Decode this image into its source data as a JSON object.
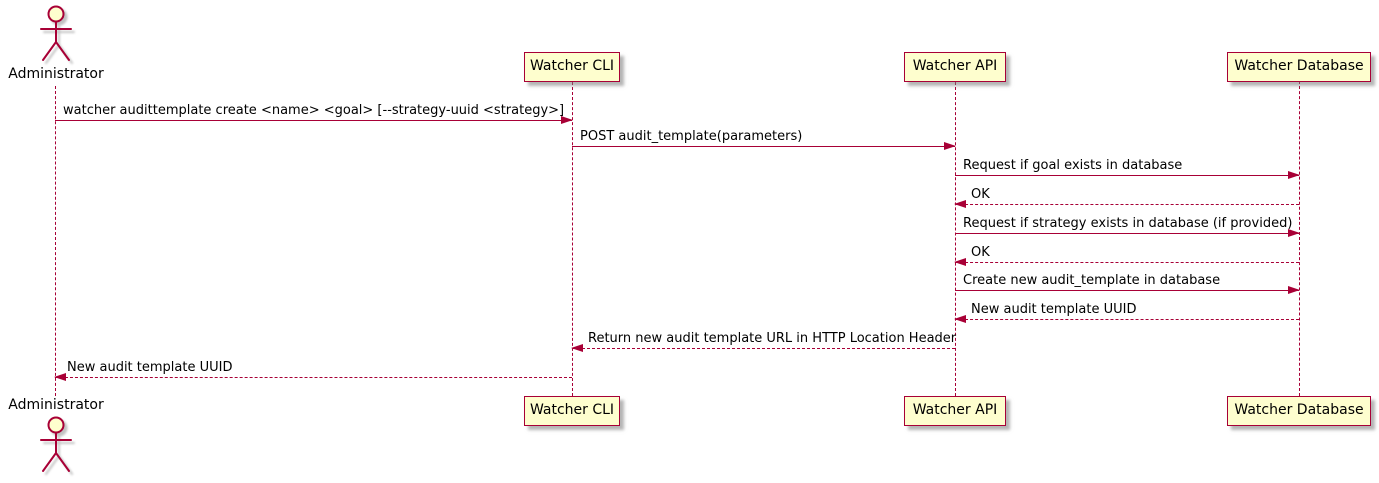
{
  "diagram": {
    "type": "sequence-diagram",
    "colors": {
      "accent": "#A80036",
      "participant_fill": "#FEFECE"
    },
    "actor": {
      "name": "Administrator"
    },
    "participants": [
      {
        "id": "watcher-cli",
        "label": "Watcher CLI"
      },
      {
        "id": "watcher-api",
        "label": "Watcher API"
      },
      {
        "id": "watcher-db",
        "label": "Watcher Database"
      }
    ],
    "messages": [
      {
        "from": "Administrator",
        "to": "Watcher CLI",
        "line": "solid",
        "direction": "right",
        "label": "watcher audittemplate create <name> <goal> [--strategy-uuid <strategy>]"
      },
      {
        "from": "Watcher CLI",
        "to": "Watcher API",
        "line": "solid",
        "direction": "right",
        "label": "POST audit_template(parameters)"
      },
      {
        "from": "Watcher API",
        "to": "Watcher Database",
        "line": "solid",
        "direction": "right",
        "label": "Request if goal exists in database"
      },
      {
        "from": "Watcher Database",
        "to": "Watcher API",
        "line": "dashed",
        "direction": "left",
        "label": "OK"
      },
      {
        "from": "Watcher API",
        "to": "Watcher Database",
        "line": "solid",
        "direction": "right",
        "label": "Request if strategy exists in database (if provided)"
      },
      {
        "from": "Watcher Database",
        "to": "Watcher API",
        "line": "dashed",
        "direction": "left",
        "label": "OK"
      },
      {
        "from": "Watcher API",
        "to": "Watcher Database",
        "line": "solid",
        "direction": "right",
        "label": "Create new audit_template in database"
      },
      {
        "from": "Watcher Database",
        "to": "Watcher API",
        "line": "dashed",
        "direction": "left",
        "label": "New audit template UUID"
      },
      {
        "from": "Watcher API",
        "to": "Watcher CLI",
        "line": "dashed",
        "direction": "left",
        "label": "Return new audit template URL in HTTP Location Header"
      },
      {
        "from": "Watcher CLI",
        "to": "Administrator",
        "line": "dashed",
        "direction": "left",
        "label": "New audit template UUID"
      }
    ]
  }
}
